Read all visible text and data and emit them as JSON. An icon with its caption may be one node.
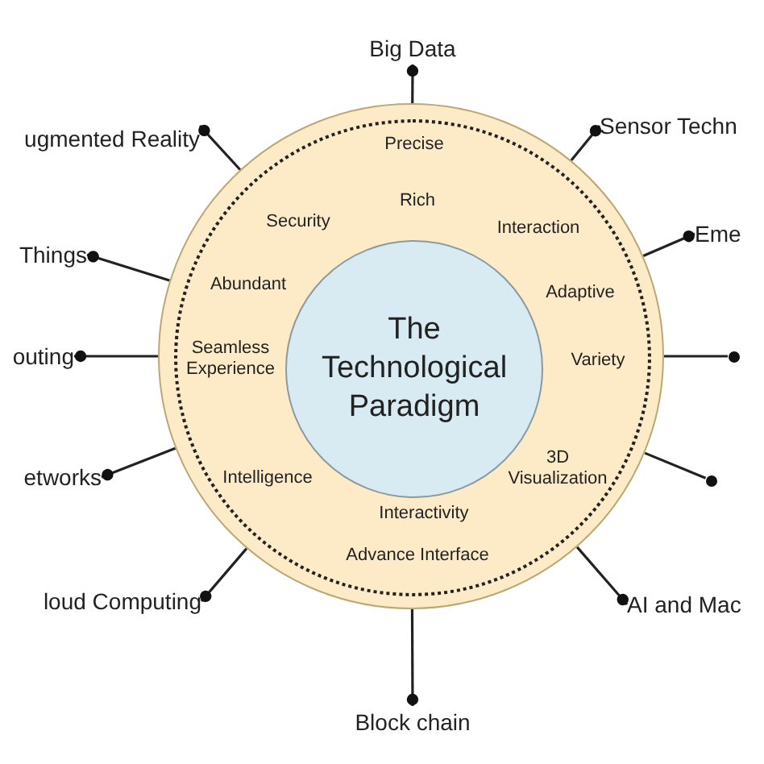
{
  "diagram": {
    "nodes": [
      {
        "text": [
          "Precise",
          "Rich",
          "Security",
          "Interaction",
          "Abundant",
          "Adaptive",
          "Seamless Experience",
          "Variety",
          "Intelligence",
          "3D Visualization",
          "Interactivity",
          "Advance Interface"
        ]
      },
      {
        "text": [
          "The Technological Paradigm"
        ],
        "in": 0
      },
      {
        "text": [
          "Big Data"
        ]
      },
      {
        "text": [
          "ugmented Reality"
        ]
      },
      {
        "text": [
          "Sensor Techn"
        ]
      },
      {
        "text": [
          "Eme"
        ]
      },
      {
        "text": [
          "Things"
        ]
      },
      {
        "text": [
          "outing"
        ]
      },
      {
        "text": [],
        "shape": "circle"
      },
      {
        "text": [
          "etworks"
        ]
      },
      {
        "text": [],
        "shape": "circle"
      },
      {
        "text": [
          "loud Computing"
        ]
      },
      {
        "text": [
          "AI and Mac"
        ]
      },
      {
        "text": [
          "Block chain"
        ]
      }
    ],
    "edges": [
      {
        "from": 0,
        "to": 2,
        "arrow": "other"
      },
      {
        "from": 0,
        "to": 3,
        "arrow": "other"
      },
      {
        "from": 0,
        "to": 4,
        "arrow": "other"
      },
      {
        "from": 0,
        "to": 5,
        "arrow": "other"
      },
      {
        "from": 0,
        "to": 6,
        "arrow": "other"
      },
      {
        "from": 0,
        "to": 7,
        "arrow": "other"
      },
      {
        "from": 0,
        "to": 8,
        "arrow": "none"
      },
      {
        "from": 0,
        "to": 9,
        "arrow": "other"
      },
      {
        "from": 0,
        "to": 10,
        "arrow": "none"
      },
      {
        "from": 0,
        "to": 11,
        "arrow": "other"
      },
      {
        "from": 0,
        "to": 12,
        "arrow": "other"
      },
      {
        "from": 0,
        "to": 13,
        "arrow": "other"
      }
    ]
  }
}
